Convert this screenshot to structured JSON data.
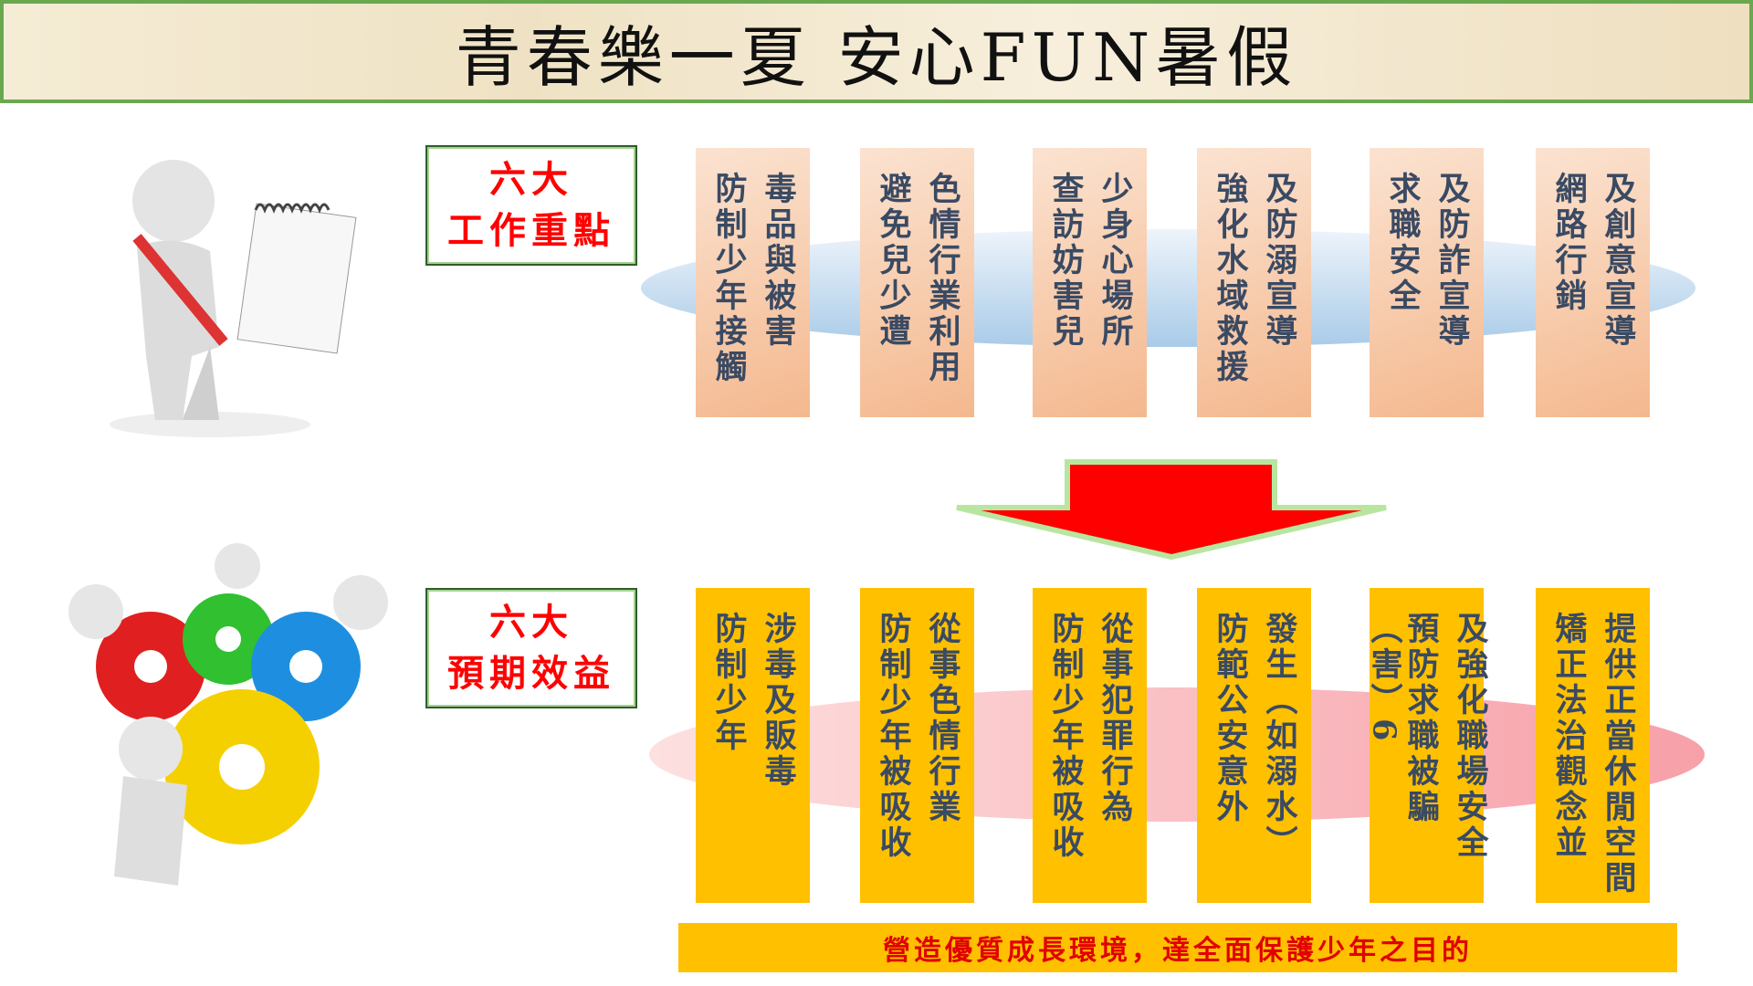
{
  "title": "青春樂一夏  安心FUN暑假",
  "work_label": {
    "line1": "六大",
    "line2": "工作重點"
  },
  "benefit_label": {
    "line1": "六大",
    "line2": "預期效益"
  },
  "work_items": [
    {
      "lines": [
        "毒品與被害",
        "防制少年接觸"
      ]
    },
    {
      "lines": [
        "色情行業利用",
        "避免兒少遭"
      ]
    },
    {
      "lines": [
        "少身心場所",
        "查訪妨害兒"
      ]
    },
    {
      "lines": [
        "及防溺宣導",
        "強化水域救援"
      ]
    },
    {
      "lines": [
        "及防詐宣導",
        "求職安全"
      ]
    },
    {
      "lines": [
        "及創意宣導",
        "網路行銷"
      ]
    }
  ],
  "benefit_items": [
    {
      "lines": [
        "涉毒及販毒",
        "防制少年"
      ]
    },
    {
      "lines": [
        "從事色情行業",
        "防制少年被吸收"
      ]
    },
    {
      "lines": [
        "從事犯罪行為",
        "防制少年被吸收"
      ]
    },
    {
      "lines": [
        "發生︵如溺水︶",
        "防範公安意外"
      ]
    },
    {
      "lines": [
        "及強化職場安全",
        "預防求職被騙︵害︶6"
      ]
    },
    {
      "lines": [
        "提供正當休閒空間",
        "矯正法治觀念並"
      ]
    }
  ],
  "banner": "營造優質成長環境，達全面保護少年之目的",
  "colors": {
    "arrow": "#ff0000",
    "work_box": "#f4b88e",
    "benefit_box": "#ffc000",
    "label_text": "#ff0000"
  }
}
